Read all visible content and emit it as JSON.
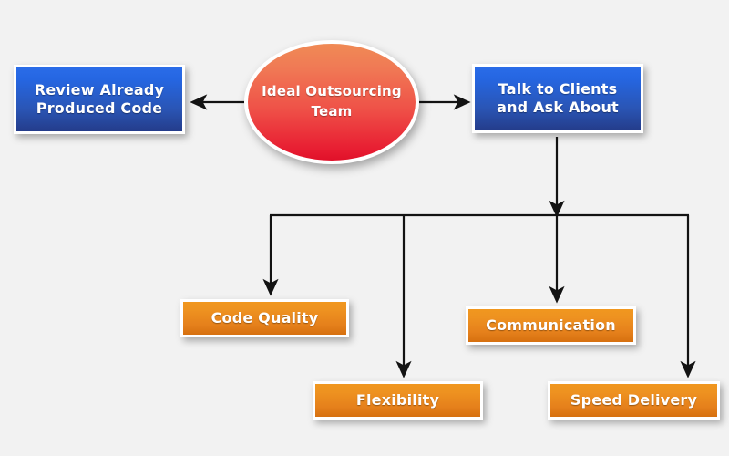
{
  "diagram": {
    "title": "Ideal Outsourcing Team",
    "background_color": "#f2f2f2",
    "palette": {
      "blue_top": "#2a6ce8",
      "blue_bottom": "#243c8a",
      "orange_top": "#f0971f",
      "orange_bottom": "#d6700f",
      "ellipse_top": "#f08a55",
      "ellipse_bottom": "#e01029",
      "connector": "#1a1a1a",
      "node_border": "#ffffff"
    },
    "nodes": [
      {
        "id": "review-already-produced-code",
        "label": "Review Already Produced Code",
        "shape": "rectangle",
        "color": "blue"
      },
      {
        "id": "ideal-outsourcing-team",
        "label": "Ideal Outsourcing Team",
        "shape": "ellipse",
        "color": "red-orange"
      },
      {
        "id": "talk-to-clients-and-ask-about",
        "label": "Talk to Clients and Ask About",
        "shape": "rectangle",
        "color": "blue"
      },
      {
        "id": "code-quality",
        "label": "Code Quality",
        "shape": "rectangle",
        "color": "orange"
      },
      {
        "id": "flexibility",
        "label": "Flexibility",
        "shape": "rectangle",
        "color": "orange"
      },
      {
        "id": "communication",
        "label": "Communication",
        "shape": "rectangle",
        "color": "orange"
      },
      {
        "id": "speed-delivery",
        "label": "Speed Delivery",
        "shape": "rectangle",
        "color": "orange"
      }
    ],
    "edges": [
      {
        "from": "ideal-outsourcing-team",
        "to": "review-already-produced-code",
        "style": "arrow-left"
      },
      {
        "from": "ideal-outsourcing-team",
        "to": "talk-to-clients-and-ask-about",
        "style": "arrow-right"
      },
      {
        "from": "talk-to-clients-and-ask-about",
        "to": "code-quality",
        "style": "arrow-down-bus"
      },
      {
        "from": "talk-to-clients-and-ask-about",
        "to": "flexibility",
        "style": "arrow-down-bus"
      },
      {
        "from": "talk-to-clients-and-ask-about",
        "to": "communication",
        "style": "arrow-down-bus"
      },
      {
        "from": "talk-to-clients-and-ask-about",
        "to": "speed-delivery",
        "style": "arrow-down-bus"
      }
    ]
  }
}
